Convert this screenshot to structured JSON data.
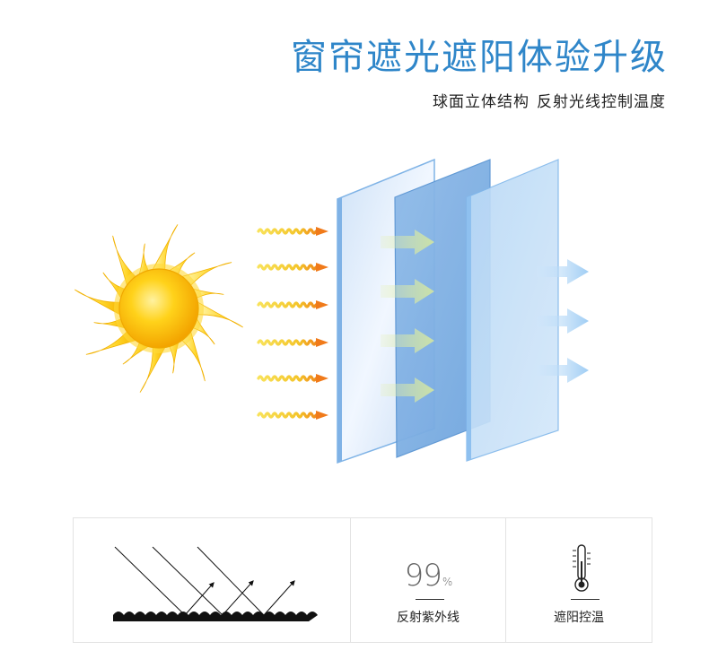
{
  "header": {
    "title": "窗帘遮光遮阳体验升级",
    "subtitle_part1": "球面立体结构",
    "subtitle_part2": "反射光线控制温度"
  },
  "colors": {
    "title_blue": "#2f86c9",
    "sun_core": "#f6b800",
    "ray_yellow": "#f4cf2a",
    "arrow_orange": "#f07a1a",
    "panel_blue": "#5a9bd8"
  },
  "features": [
    {
      "id": "reflection-diagram"
    },
    {
      "id": "uv",
      "value": "99",
      "unit": "%",
      "label": "反射紫外线"
    },
    {
      "id": "temperature",
      "icon": "thermometer-icon",
      "label": "遮阳控温"
    }
  ]
}
